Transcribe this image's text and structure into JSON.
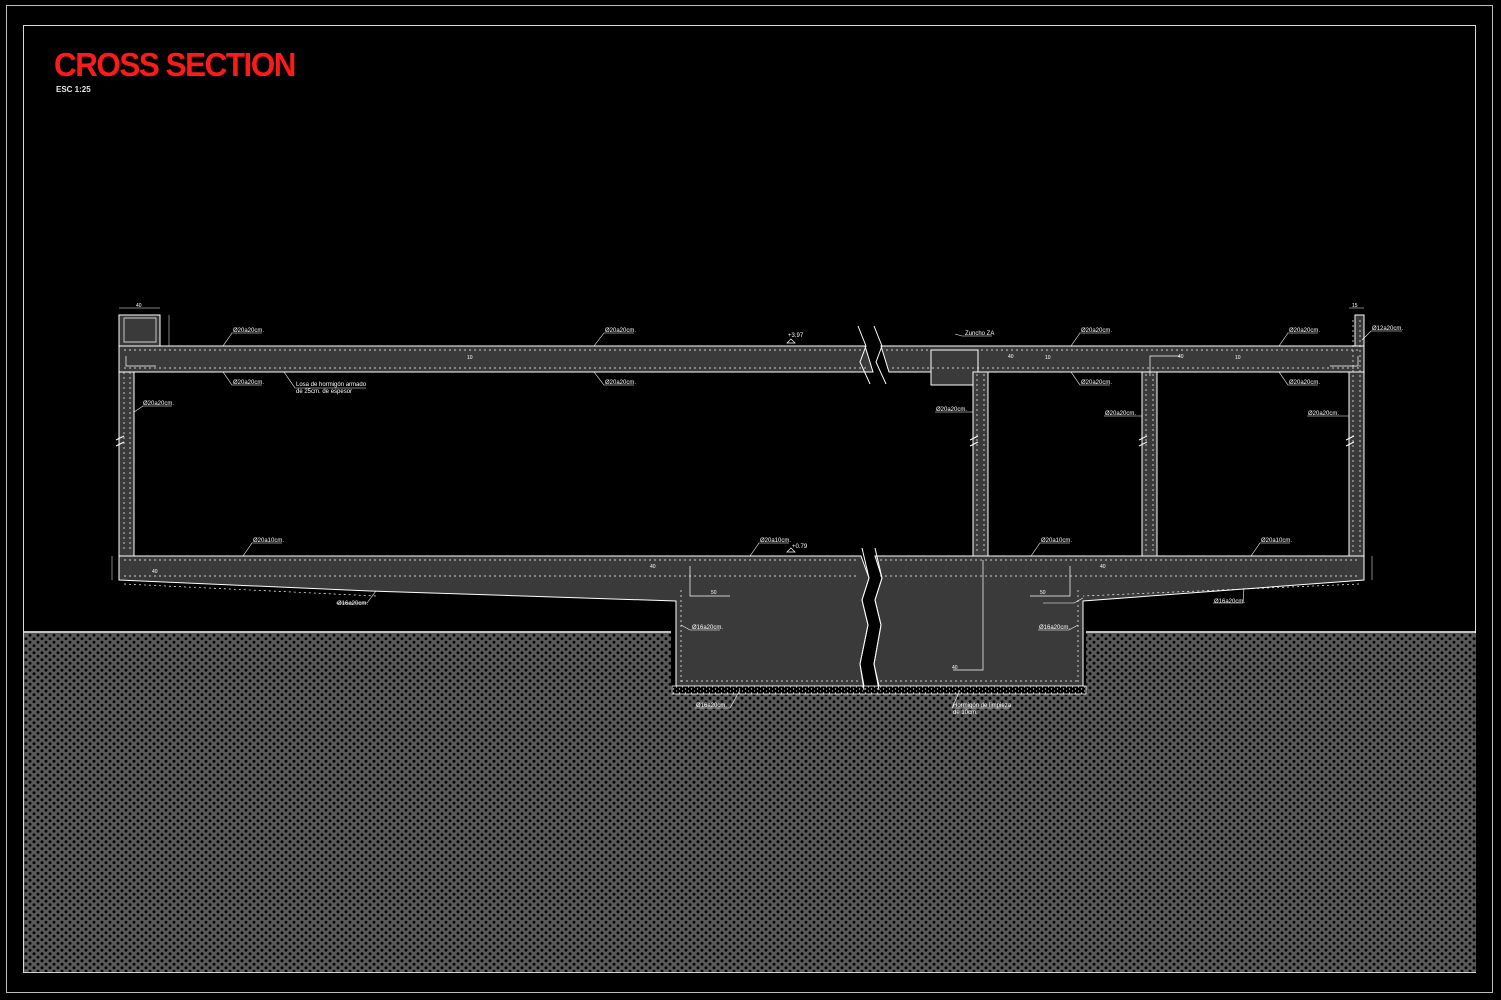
{
  "title": "CROSS SECTION",
  "scale": "ESC 1:25",
  "colors": {
    "background": "#000000",
    "title": "#ff1a1a",
    "concrete": "#3a3a3a",
    "lines": "#ffffff"
  },
  "labels": {
    "roof_top_1": "Ø20a20cm.",
    "roof_top_2": "Ø20a20cm.",
    "roof_top_3": "Ø20a20cm.",
    "roof_top_4": "Ø20a20cm.",
    "roof_top_right": "Ø12a20cm.",
    "roof_bot_1": "Ø20a20cm.",
    "roof_bot_2": "Ø20a20cm.",
    "roof_bot_3": "Ø20a20cm.",
    "roof_bot_4": "Ø20a20cm.",
    "slab_note_1": "Losa de hormigón armado",
    "slab_note_2": "de 25cm. de espesor",
    "level_top": "+3.97",
    "zuncho": "Zuncho ZA",
    "wall_left": "Ø20a20cm.",
    "wall_mid": "Ø20a20cm.",
    "wall_c2": "Ø20a20cm.",
    "wall_right": "Ø20a20cm.",
    "floor_1": "Ø20a10cm.",
    "floor_2": "Ø20a10cm.",
    "floor_3": "Ø20a10cm.",
    "floor_4": "Ø20a10cm.",
    "level_floor": "+0.79",
    "under_left": "Ø16a20cm.",
    "under_right": "Ø16a20cm.",
    "pit_left": "Ø16a20cm.",
    "pit_right": "Ø16a20cm.",
    "pit_bottom_left": "Ø16a20cm.",
    "pit_bottom_note_1": "Hormigón de limpieza",
    "pit_bottom_note_2": "de 10cm.",
    "dim_40_top": "40",
    "dim_15": "15",
    "dim_40_a": "40",
    "dim_40_b": "40",
    "dim_40_c": "40",
    "dim_40_d": "40",
    "dim_40_e": "40",
    "dim_50_a": "50",
    "dim_50_b": "50",
    "dim_40_pit": "40",
    "dim_10_a": "10",
    "dim_10_b": "10",
    "dim_10_c": "10"
  }
}
